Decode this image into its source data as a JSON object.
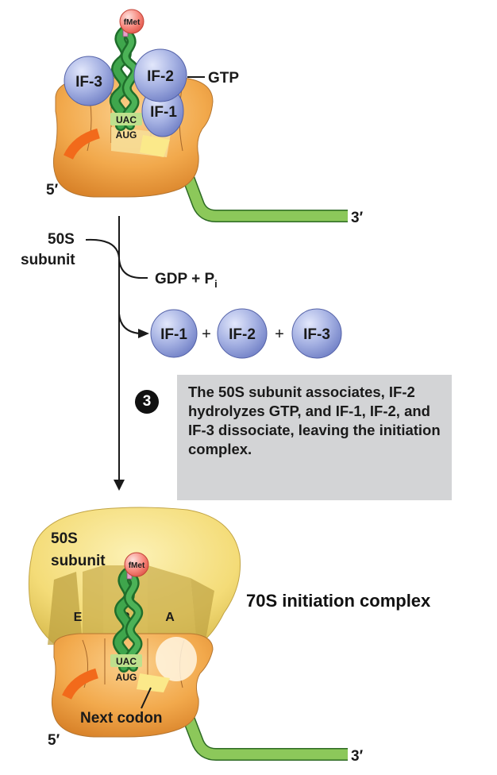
{
  "top_complex": {
    "fmet": "fMet",
    "if3": "IF-3",
    "if2": "IF-2",
    "if1": "IF-1",
    "gtp": "GTP",
    "anticodon": "UAC",
    "codon": "AUG",
    "five_prime": "5′",
    "three_prime": "3′"
  },
  "transition": {
    "incoming": "50S subunit",
    "gdp": "GDP + P",
    "gdp_sub": "i",
    "released": [
      "IF-1",
      "IF-2",
      "IF-3"
    ],
    "plus": "+"
  },
  "step": {
    "number": "3",
    "description": "The 50S subunit associates, IF-2 hydrolyzes GTP, and IF-1, IF-2, and IF-3 dissociate, leaving the initiation complex."
  },
  "bottom_complex": {
    "large_subunit": "50S subunit",
    "fmet": "fMet",
    "site_e": "E",
    "site_p": "P",
    "site_a": "A",
    "anticodon": "UAC",
    "codon": "AUG",
    "next_codon": "Next codon",
    "five_prime": "5′",
    "three_prime": "3′",
    "title": "70S initiation complex"
  },
  "colors": {
    "small_subunit": "#f0a448",
    "large_subunit": "#f6df7c",
    "mrna": "#8cc85a",
    "trna": "#3a9b45",
    "factor": "#9aa7dc",
    "fmet": "#f47b70",
    "note_bg": "#d3d4d6"
  }
}
